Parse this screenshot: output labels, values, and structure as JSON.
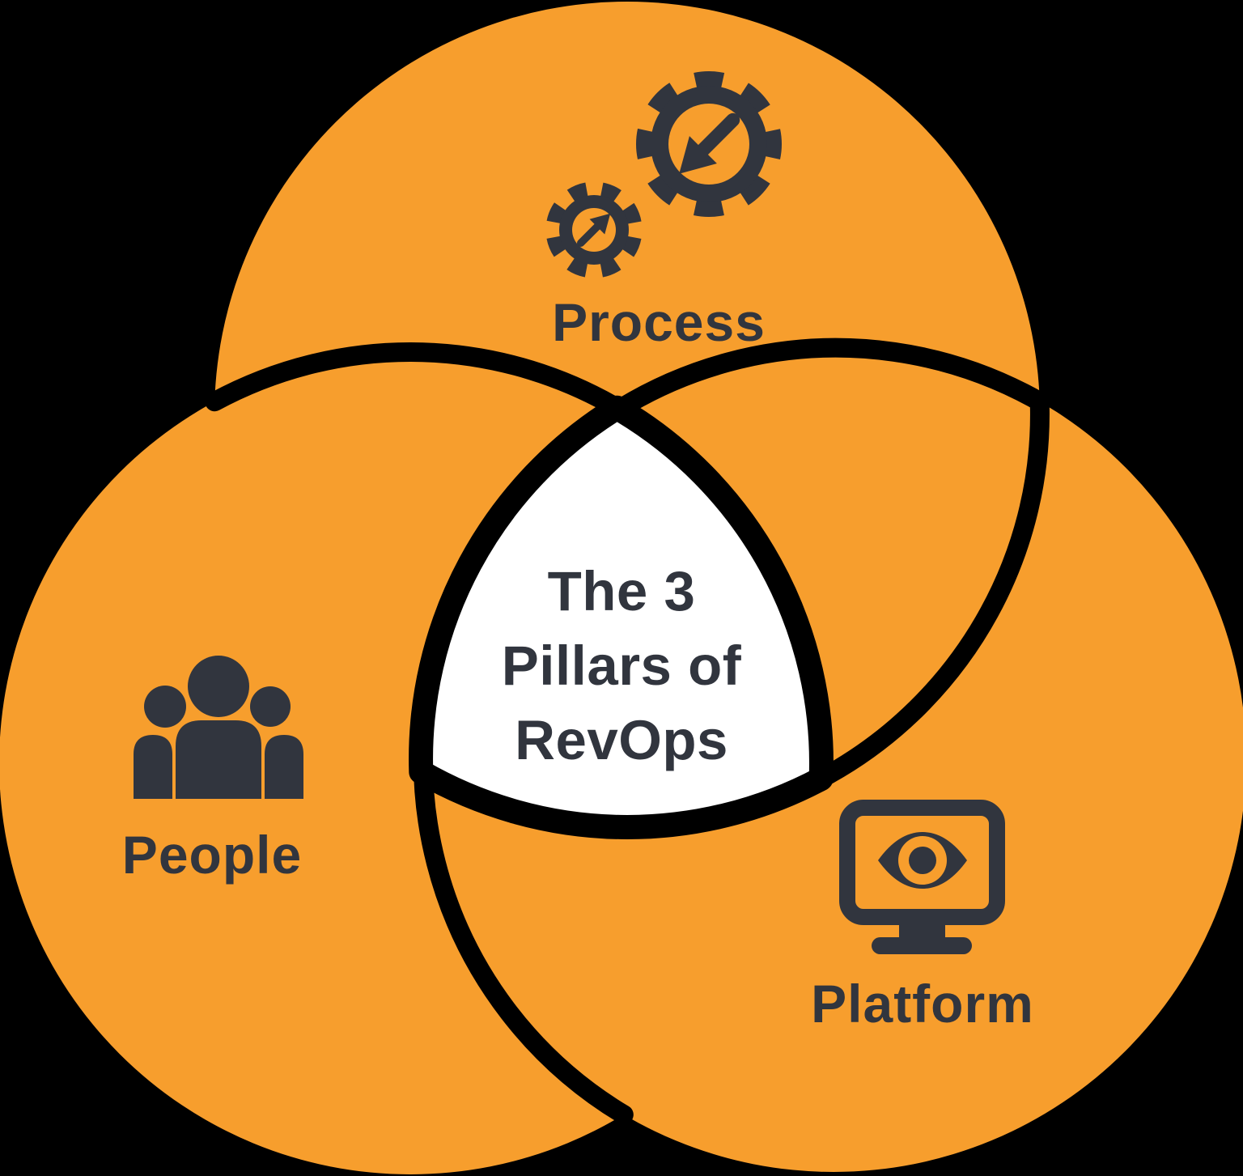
{
  "figure": {
    "type": "venn-diagram",
    "title": "The 3 Pillars of RevOps",
    "center": {
      "line1": "The 3",
      "line2": "Pillars of",
      "line3": "RevOps"
    },
    "pillars": [
      {
        "id": "process",
        "label": "Process",
        "icon": "gears-icon",
        "position": "top"
      },
      {
        "id": "people",
        "label": "People",
        "icon": "people-group-icon",
        "position": "bottom-left"
      },
      {
        "id": "platform",
        "label": "Platform",
        "icon": "monitor-eye-icon",
        "position": "bottom-right"
      }
    ]
  },
  "colors": {
    "orange": "#F79E2D",
    "dark": "#31353E",
    "white": "#FFFFFF",
    "black": "#000000"
  }
}
